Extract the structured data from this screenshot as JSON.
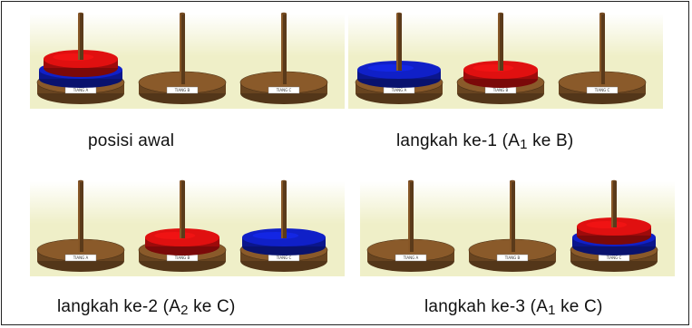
{
  "panels": [
    {
      "caption_pre": "posisi awal",
      "caption_sub": "",
      "caption_post": "",
      "rods": [
        "TIANG A",
        "TIANG B",
        "TIANG C"
      ],
      "stacks": [
        [
          "blue",
          "red"
        ],
        [],
        []
      ]
    },
    {
      "caption_pre": "langkah ke-1 (A",
      "caption_sub": "1",
      "caption_post": " ke B)",
      "rods": [
        "TIANG A",
        "TIANG B",
        "TIANG C"
      ],
      "stacks": [
        [
          "blue"
        ],
        [
          "red"
        ],
        []
      ]
    },
    {
      "caption_pre": "langkah ke-2 (A",
      "caption_sub": "2",
      "caption_post": " ke C)",
      "rods": [
        "TIANG A",
        "TIANG B",
        "TIANG C"
      ],
      "stacks": [
        [],
        [
          "red"
        ],
        [
          "blue"
        ]
      ]
    },
    {
      "caption_pre": "langkah ke-3 (A",
      "caption_sub": "1",
      "caption_post": " ke C)",
      "rods": [
        "TIANG A",
        "TIANG B",
        "TIANG C"
      ],
      "stacks": [
        [],
        [],
        [
          "blue",
          "red"
        ]
      ]
    }
  ],
  "colors": {
    "red": "#e01010",
    "blue": "#1020c8",
    "wood": "#8a5a2a",
    "rod": "#5a3a1a",
    "background": "#efefc8"
  }
}
